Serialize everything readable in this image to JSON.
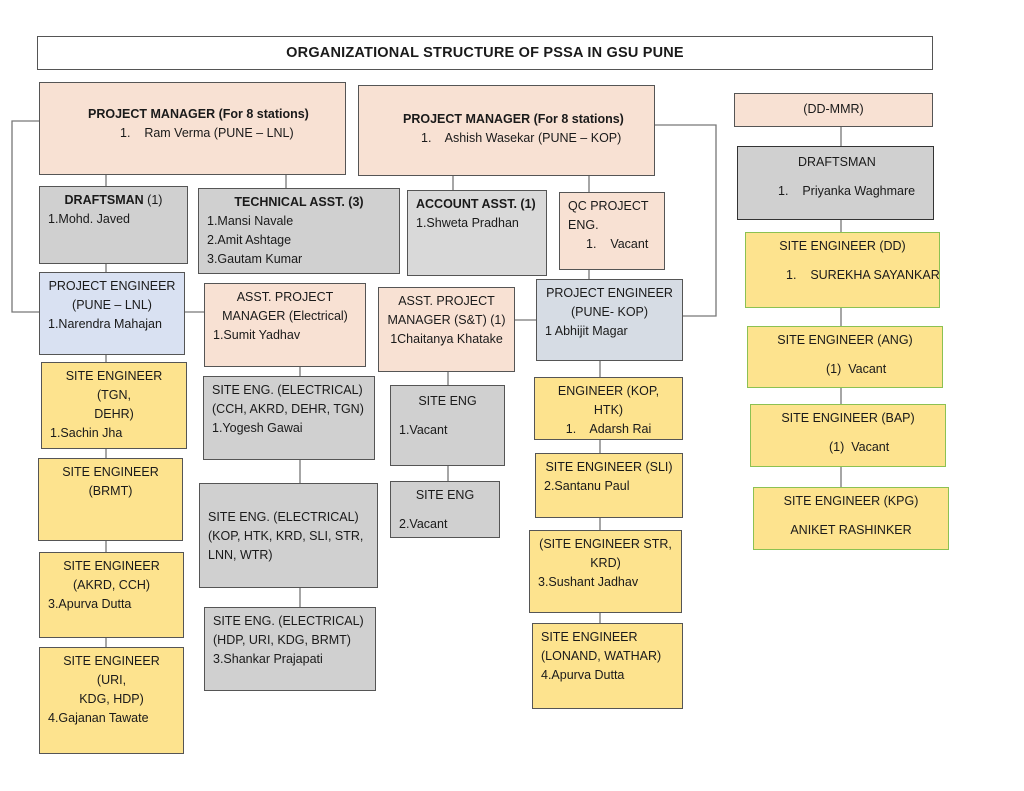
{
  "title": "ORGANIZATIONAL STRUCTURE OF PSSA IN GSU PUNE",
  "pm_lnl": {
    "heading": "PROJECT MANAGER (For 8 stations)",
    "member": "1.    Ram Verma (PUNE – LNL)"
  },
  "pm_kop": {
    "heading": "PROJECT MANAGER (For 8 stations)",
    "member": "1.    Ashish Wasekar (PUNE – KOP)"
  },
  "dd_mmr": {
    "heading": "(DD-MMR)"
  },
  "draftsman_lnl": {
    "heading": "DRAFTSMAN",
    "count": " (1)",
    "members": [
      "1.Mohd. Javed"
    ]
  },
  "technical_asst": {
    "heading": "TECHNICAL ASST. (3)",
    "members": [
      "1.Mansi Navale",
      "2.Amit Ashtage",
      "3.Gautam Kumar"
    ]
  },
  "account_asst": {
    "heading": "ACCOUNT ASST. (1)",
    "members": [
      "1.Shweta Pradhan"
    ]
  },
  "qc_engineer": {
    "heading_1": "QC PROJECT",
    "heading_2": "ENG.",
    "member": "1.    Vacant"
  },
  "draftsman_dd": {
    "heading": "DRAFTSMAN",
    "member": "1.    Priyanka Waghmare"
  },
  "pe_lnl": {
    "heading_1": "PROJECT ENGINEER",
    "heading_2": "(PUNE – LNL)",
    "member": "1.Narendra Mahajan"
  },
  "apm_electrical": {
    "heading_1": "ASST. PROJECT",
    "heading_2": "MANAGER (Electrical)",
    "member": "1.Sumit Yadhav"
  },
  "apm_st": {
    "heading_1": "ASST. PROJECT",
    "heading_2": "MANAGER (S&T) (1)",
    "member": "1Chaitanya Khatake"
  },
  "pe_kop": {
    "heading_1": "PROJECT ENGINEER",
    "heading_2": "(PUNE- KOP)",
    "member": "1 Abhijit Magar"
  },
  "se_dd": {
    "heading": "SITE ENGINEER (DD)",
    "member": "1.    SUREKHA SAYANKAR"
  },
  "se_ang": {
    "heading": "SITE ENGINEER (ANG)",
    "member": "(1)  Vacant"
  },
  "se_bap": {
    "heading": "SITE ENGINEER (BAP)",
    "member": "(1)  Vacant"
  },
  "se_kpg": {
    "heading": "SITE ENGINEER (KPG)",
    "member": "ANIKET RASHINKER"
  },
  "lnl_site_engineers": [
    {
      "heading_1": "SITE ENGINEER (TGN,",
      "heading_2": "DEHR)",
      "member": "1.Sachin Jha"
    },
    {
      "heading_1": "SITE ENGINEER",
      "heading_2": "(BRMT)",
      "member": ""
    },
    {
      "heading_1": "SITE ENGINEER",
      "heading_2": "(AKRD, CCH)",
      "member": "3.Apurva Dutta"
    },
    {
      "heading_1": "SITE ENGINEER (URI,",
      "heading_2": "KDG, HDP)",
      "member": "4.Gajanan Tawate"
    }
  ],
  "electrical_site_engineers": [
    {
      "line_1": "SITE ENG. (ELECTRICAL)",
      "line_2": "(CCH, AKRD, DEHR, TGN)",
      "line_3": "1.Yogesh Gawai"
    },
    {
      "line_1": "SITE ENG. (ELECTRICAL)",
      "line_2": "(KOP, HTK, KRD, SLI, STR,",
      "line_3": "LNN, WTR)"
    },
    {
      "line_1": "SITE ENG. (ELECTRICAL)",
      "line_2": "(HDP, URI, KDG, BRMT)",
      "line_3": "3.Shankar Prajapati"
    }
  ],
  "st_site_engineers": [
    {
      "heading": "SITE ENG",
      "member": "1.Vacant"
    },
    {
      "heading": "SITE ENG",
      "member": "2.Vacant"
    }
  ],
  "kop_site_engineers": [
    {
      "heading_1": "ENGINEER (KOP, HTK)",
      "heading_2": "",
      "member": "1.    Adarsh Rai"
    },
    {
      "heading_1": "SITE ENGINEER (SLI)",
      "heading_2": "",
      "member": "2.Santanu Paul"
    },
    {
      "heading_1": "(SITE ENGINEER STR,",
      "heading_2": "KRD)",
      "member": "3.Sushant Jadhav"
    },
    {
      "heading_1": "SITE ENGINEER",
      "heading_2": "(LONAND, WATHAR)",
      "member": "4.Apurva Dutta"
    }
  ]
}
